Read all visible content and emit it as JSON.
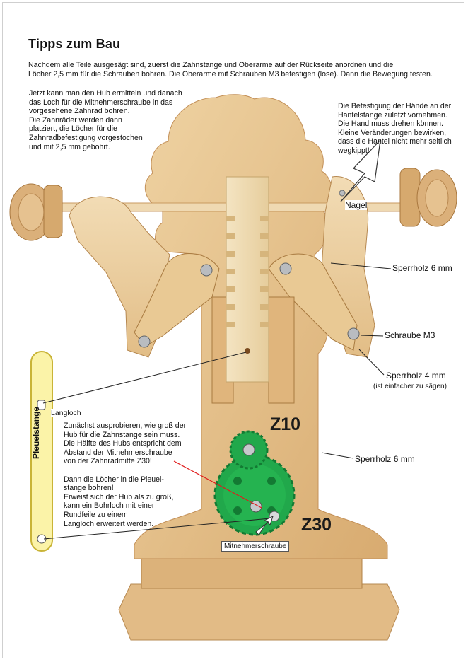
{
  "title": "Tipps zum Bau",
  "intro": "Nachdem alle Teile ausgesägt sind, zuerst die Zahnstange und Oberarme auf der Rückseite anordnen und die\nLöcher 2,5 mm für die Schrauben bohren. Die Oberarme mit Schrauben M3 befestigen (lose). Dann die Bewegung testen.",
  "note_left": "Jetzt kann man den Hub ermitteln und danach\ndas Loch für die Mitnehmerschraube in das\nvorgesehene Zahnrad bohren.\nDie Zahnräder werden dann\nplatziert, die Löcher für die\nZahnradbefestigung vorgestochen\nund mit 2,5 mm gebohrt.",
  "note_right": "Die Befestigung der Hände an der\nHantelstange zuletzt vornehmen.\nDie Hand muss drehen können.\nKleine Veränderungen bewirken,\ndass die Hantel nicht mehr seitlich\nwegkippt!",
  "note_hub": "Zunächst ausprobieren, wie groß der\nHub für die Zahnstange sein muss.\nDie Hälfte des Hubs entspricht dem\nAbstand der Mitnehmerschraube\nvon der Zahnradmitte Z30!\n\nDann die Löcher in die Pleuel-\nstange bohren!\nErweist sich der Hub als zu groß,\nkann ein Bohrloch mit einer\nRundfeile zu einem\nLangloch erweitert werden.",
  "labels": {
    "nagel": "Nagel",
    "sperrholz6_top": "Sperrholz 6 mm",
    "schraube": "Schraube M3",
    "sperrholz4": "Sperrholz 4 mm",
    "sperrholz4_note": "(ist einfacher zu sägen)",
    "langloch": "Langloch",
    "sperrholz6_bottom": "Sperrholz 6 mm",
    "pleuelstange": "Pleuelstange",
    "z10": "Z10",
    "z30": "Z30",
    "mitnehmer": "Mitnehmerschraube"
  },
  "colors": {
    "wood_light": "#e7c28e",
    "wood_dark": "#c99a5e",
    "gear_green": "#1fa64a",
    "connector_fill": "#fbf3a8",
    "connector_stroke": "#c9b437",
    "red_line": "#e01b1b"
  }
}
